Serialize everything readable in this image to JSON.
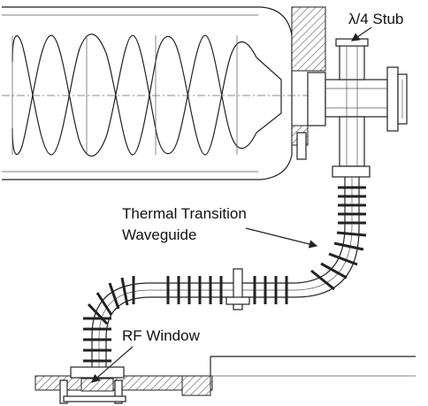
{
  "labels": {
    "stub": "λ/4 Stub",
    "thermal_line1": "Thermal Transition",
    "thermal_line2": "Waveguide",
    "rf_window": "RF Window"
  },
  "colors": {
    "line": "#222222",
    "background": "#ffffff",
    "hatch": "#555555"
  }
}
